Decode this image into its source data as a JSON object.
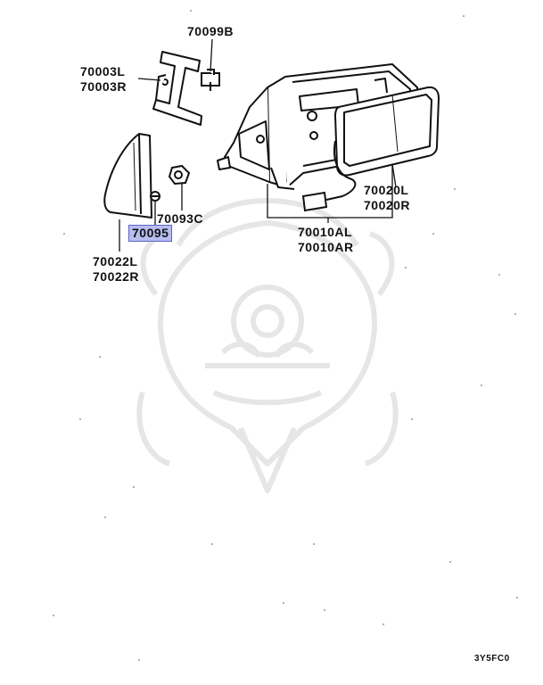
{
  "parts": {
    "bracket_nut": "70099B",
    "bracket_left": "70003L",
    "bracket_right": "70003R",
    "cover_left": "70022L",
    "cover_right": "70022R",
    "nut": "70093C",
    "clip_highlighted": "70095",
    "mirror_glass_left": "70020L",
    "mirror_glass_right": "70020R",
    "mirror_assy_left": "70010AL",
    "mirror_assy_right": "70010AR"
  },
  "diagram_code": "3Y5FC0",
  "colors": {
    "highlight_fill": "#b7bdf0",
    "highlight_border": "#5b63c8",
    "watermark": "#e4e4e4",
    "ink": "#111111"
  },
  "watermark_icon": "samurai-helmet-icon"
}
